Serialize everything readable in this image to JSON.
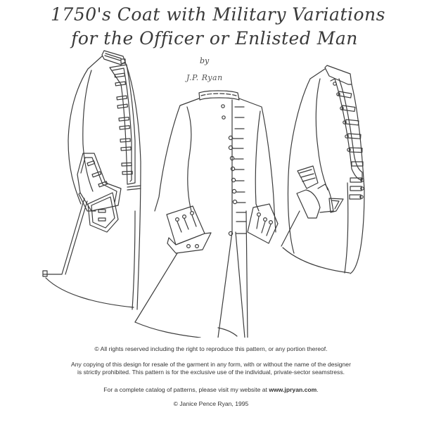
{
  "document": {
    "title_line_1": "1750's Coat with Military Variations",
    "title_line_2": "for the Officer or Enlisted Man",
    "byline": "by",
    "author": "J.P. Ryan"
  },
  "illustration": {
    "figures": [
      {
        "name": "left-coat",
        "description": "Side/three-quarter view of coat with lapel facings, buttonholes, and turned-back cuff"
      },
      {
        "name": "center-coat",
        "description": "Front view of plain coat with stand collar, buttons, and round cuffs with three buttons"
      },
      {
        "name": "right-coat",
        "description": "Side view of coat with faced lapel, buttonholes and slashed cuff"
      }
    ],
    "line_color": "#3c3c3c",
    "background": "#ffffff"
  },
  "footer": {
    "rights": "© All rights reserved including the right to reproduce this pattern, or any portion thereof.",
    "prohibit": "Any copying of this design for resale of the garment in any form, with or without the  name of the designer is strictly prohibited.  This pattern is for the exclusive use of the individual, private-sector seamstress.",
    "catalog_prefix": "For a complete catalog of patterns, please visit my website at ",
    "catalog_site": "www.jpryan.com",
    "catalog_suffix": ".",
    "copyright": "© Janice Pence Ryan, 1995"
  }
}
